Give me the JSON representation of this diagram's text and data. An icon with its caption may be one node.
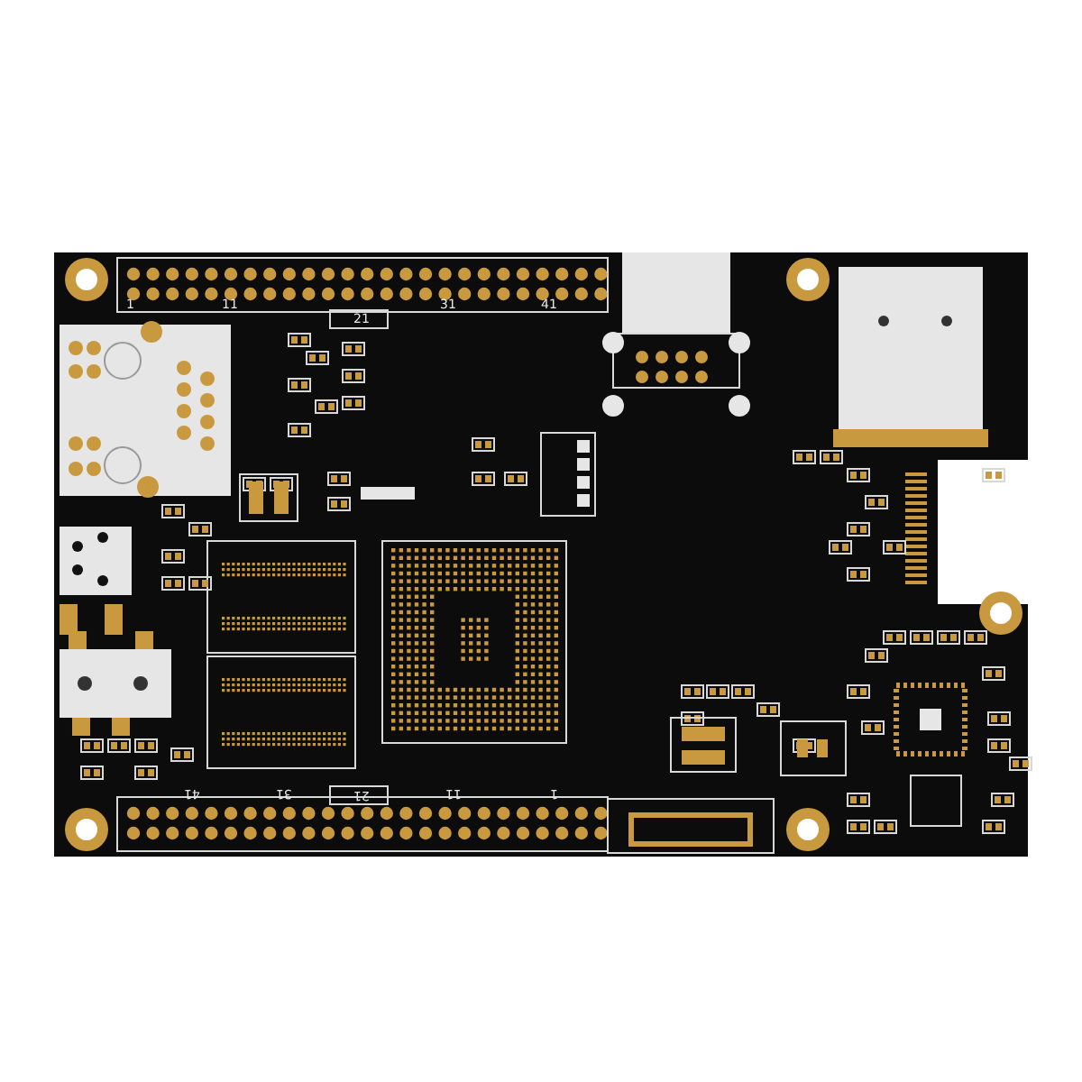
{
  "diagram": {
    "labels": [
      "1",
      "11",
      "21",
      "31",
      "41",
      "41",
      "31",
      "21",
      "11",
      "1"
    ]
  }
}
